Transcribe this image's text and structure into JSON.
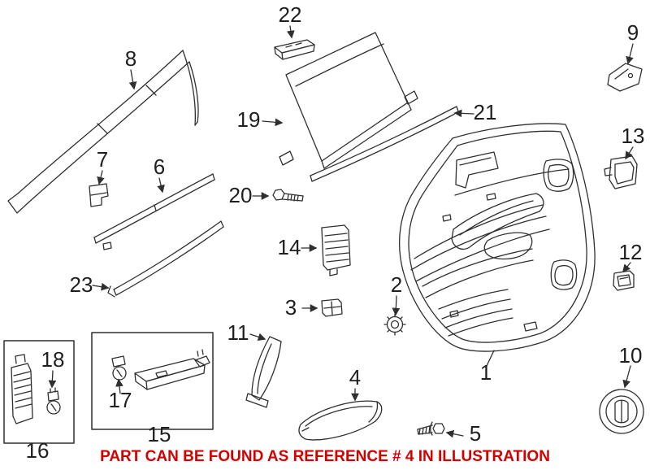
{
  "diagram": {
    "background": "#ffffff",
    "line_color": "#2f2f2f",
    "label_color": "#1f1f1f",
    "callouts": [
      {
        "label": "1"
      },
      {
        "label": "2"
      },
      {
        "label": "3"
      },
      {
        "label": "4"
      },
      {
        "label": "5"
      },
      {
        "label": "6"
      },
      {
        "label": "7"
      },
      {
        "label": "8"
      },
      {
        "label": "9"
      },
      {
        "label": "10"
      },
      {
        "label": "11"
      },
      {
        "label": "12"
      },
      {
        "label": "13"
      },
      {
        "label": "14"
      },
      {
        "label": "15"
      },
      {
        "label": "16"
      },
      {
        "label": "17"
      },
      {
        "label": "18"
      },
      {
        "label": "19"
      },
      {
        "label": "20"
      },
      {
        "label": "21"
      },
      {
        "label": "22"
      },
      {
        "label": "23"
      }
    ]
  },
  "note": {
    "text": "PART CAN BE FOUND AS REFERENCE # 4 IN ILLUSTRATION",
    "color": "#d40000"
  }
}
